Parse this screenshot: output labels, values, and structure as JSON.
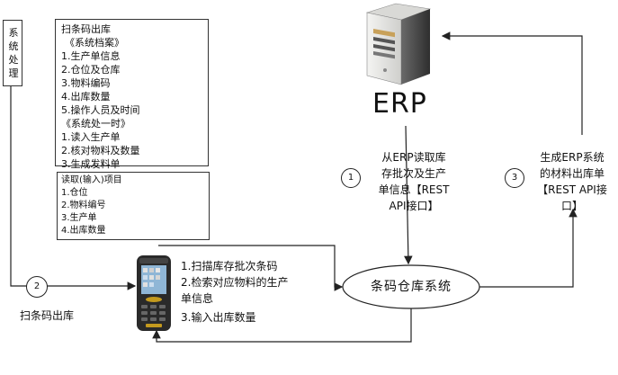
{
  "system_box": {
    "chars": [
      "系",
      "统",
      "处",
      "理"
    ]
  },
  "info_box": {
    "lines": [
      "扫条码出库",
      "《系统档案》",
      "1.生产单信息",
      "2.仓位及仓库",
      "3.物料编码",
      "4.出库数量",
      "5.操作人员及时间",
      "《系统处一时》",
      "1.读入生产单",
      "2.核对物料及数量",
      "3.生成发料单"
    ]
  },
  "read_box": {
    "lines": [
      "读取(输入)项目",
      "1.仓位",
      "2.物料编号",
      "3.生产单",
      "4.出库数量"
    ]
  },
  "scanner_steps": [
    "1.扫描库存批次条码",
    "2.检索对应物料的生产",
    "单信息",
    "3.输入出库数量"
  ],
  "erp_label": "ERP",
  "step1": {
    "num": "1",
    "lines": [
      "从ERP读取库",
      "存批次及生产",
      "单信息【REST",
      "API接口】"
    ]
  },
  "step2": {
    "num": "2",
    "label": "扫条码出库"
  },
  "step3": {
    "num": "3",
    "lines": [
      "生成ERP系统",
      "的材料出库单",
      "【REST API接",
      "口】"
    ]
  },
  "central": {
    "label": "条码仓库系统"
  }
}
